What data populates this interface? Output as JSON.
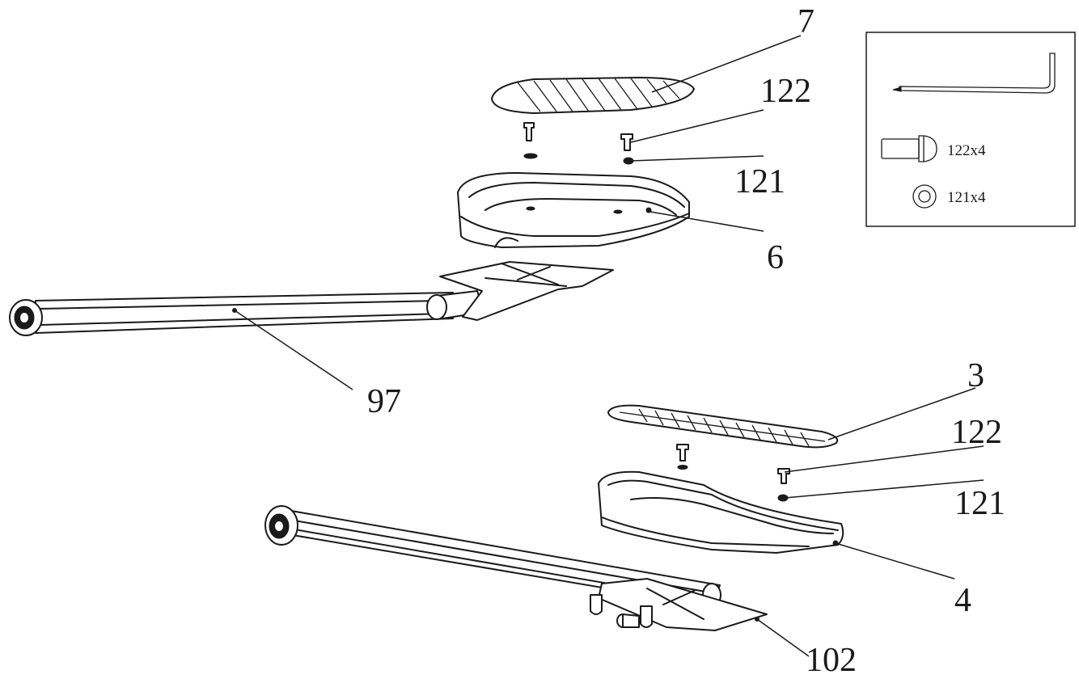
{
  "callouts": {
    "part_7": "7",
    "part_122_top": "122",
    "part_121_top": "121",
    "part_6": "6",
    "part_97": "97",
    "part_3": "3",
    "part_122_bottom": "122",
    "part_121_bottom": "121",
    "part_4": "4",
    "part_102": "102"
  },
  "hardware_kit": {
    "bolt_label": "122x4",
    "washer_label": "121x4",
    "tool_icon": "allen-key-icon",
    "bolt_icon": "bolt-icon",
    "washer_icon": "washer-icon"
  },
  "colors": {
    "line": "#1a1a1a",
    "background": "#ffffff"
  }
}
